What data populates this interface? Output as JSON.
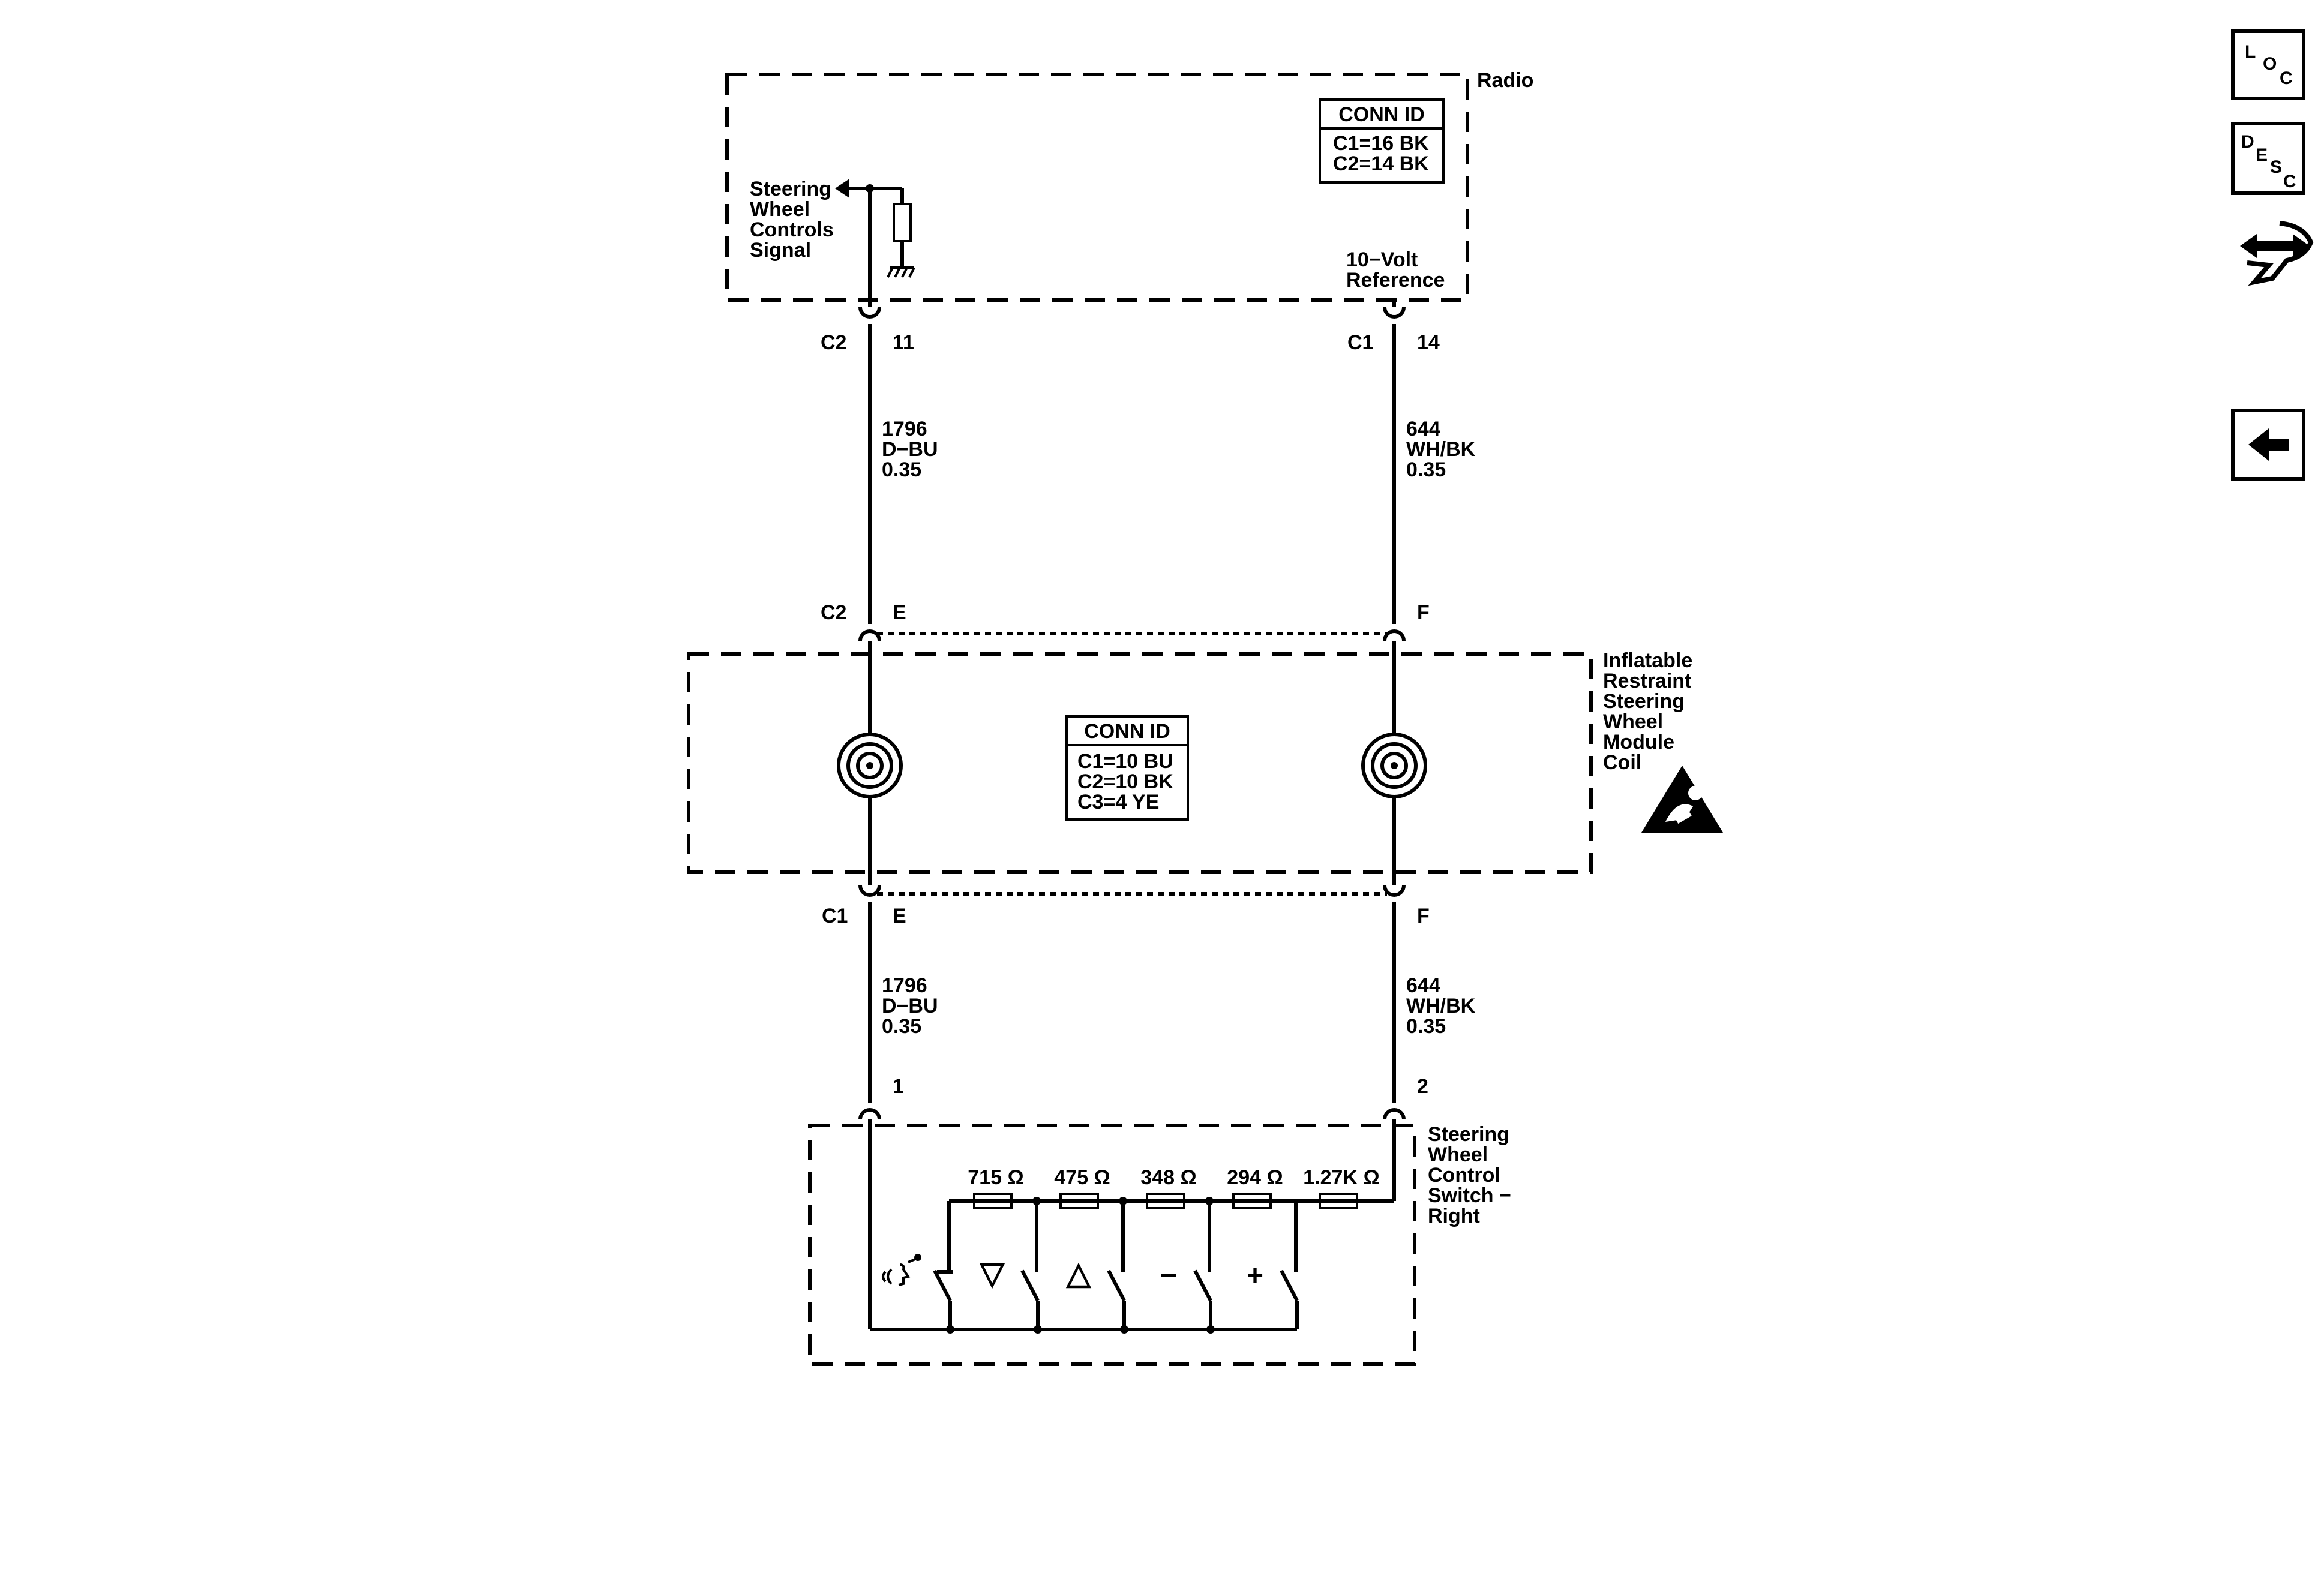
{
  "radio": {
    "name": "Radio",
    "conn_id": {
      "title": "CONN ID",
      "lines": [
        "C1=16 BK",
        "C2=14 BK"
      ]
    },
    "signal_label": [
      "Steering",
      "Wheel",
      "Controls",
      "Signal"
    ],
    "reference_label": [
      "10−Volt",
      "Reference"
    ]
  },
  "coil": {
    "name": [
      "Inflatable",
      "Restraint",
      "Steering",
      "Wheel",
      "Module",
      "Coil"
    ],
    "conn_id": {
      "title": "CONN ID",
      "lines": [
        "C1=10 BU",
        "C2=10 BK",
        "C3=4 YE"
      ]
    }
  },
  "switch": {
    "name": [
      "Steering",
      "Wheel",
      "Control",
      "Switch −",
      "Right"
    ],
    "resistors": [
      "715 Ω",
      "475 Ω",
      "348 Ω",
      "294 Ω",
      "1.27K Ω"
    ],
    "buttons": [
      "▽",
      "△",
      "−",
      "+"
    ]
  },
  "connectors": {
    "radio_left": {
      "conn": "C2",
      "pin": "11"
    },
    "radio_right": {
      "conn": "C1",
      "pin": "14"
    },
    "coil_top_left": {
      "conn": "C2",
      "pin": "E"
    },
    "coil_top_right": {
      "pin": "F"
    },
    "coil_bottom_left": {
      "conn": "C1",
      "pin": "E"
    },
    "coil_bottom_right": {
      "pin": "F"
    },
    "switch_left": {
      "pin": "1"
    },
    "switch_right": {
      "pin": "2"
    }
  },
  "wires": {
    "left_upper": [
      "1796",
      "D−BU",
      "0.35"
    ],
    "right_upper": [
      "644",
      "WH/BK",
      "0.35"
    ],
    "left_lower": [
      "1796",
      "D−BU",
      "0.35"
    ],
    "right_lower": [
      "644",
      "WH/BK",
      "0.35"
    ]
  },
  "nav": {
    "loc": [
      "L",
      "O",
      "C"
    ],
    "desc": [
      "D",
      "E",
      "S",
      "C"
    ]
  },
  "icons": [
    "loc-icon",
    "desc-icon",
    "harness-routing-icon",
    "back-arrow-icon",
    "airbag-warning-icon",
    "voice-command-icon",
    "ground-icon",
    "resistor-icon",
    "clockspring-icon"
  ]
}
